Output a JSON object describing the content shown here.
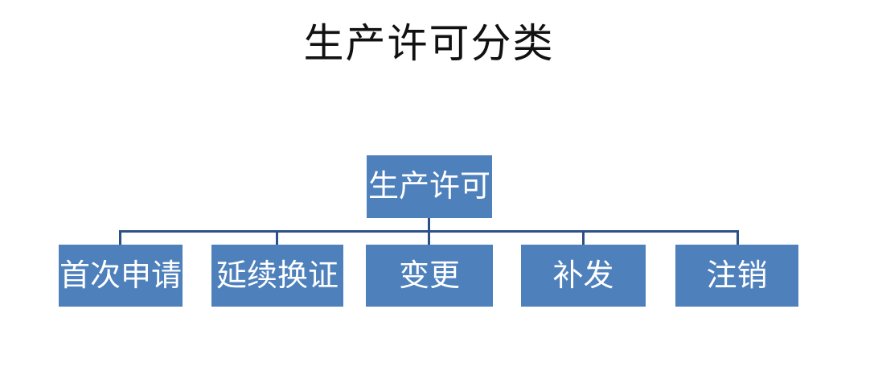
{
  "title": "生产许可分类",
  "tree": {
    "root": {
      "label": "生产许可"
    },
    "children": [
      {
        "label": "首次申请"
      },
      {
        "label": "延续换证"
      },
      {
        "label": "变更"
      },
      {
        "label": "补发"
      },
      {
        "label": "注销"
      }
    ]
  },
  "colors": {
    "node_fill": "#4e80bc",
    "node_text": "#ffffff",
    "connector": "#2d5186",
    "title_text": "#111111"
  }
}
